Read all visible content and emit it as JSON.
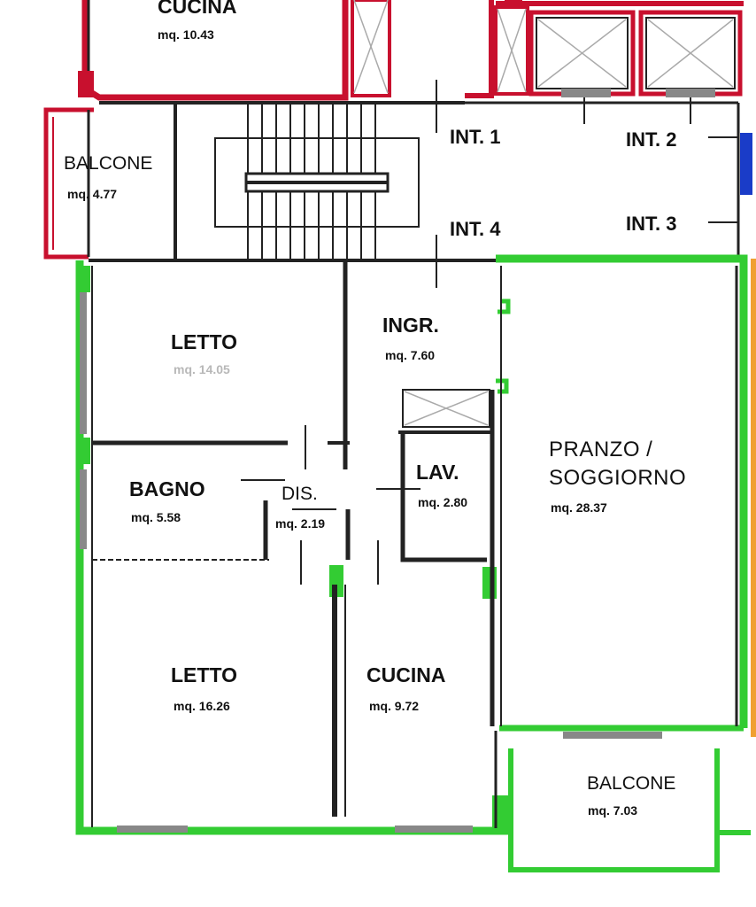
{
  "colors": {
    "unit_outline": "#33cc33",
    "neighbor_outline": "#c8102e",
    "wall": "#222222",
    "accent_right": "#f0a030",
    "neighbor_blue": "#1a3cc8"
  },
  "top": {
    "kitchen_name": "CUCINA",
    "kitchen_area": "mq. 10.43",
    "balcony_name": "BALCONE",
    "balcony_area": "mq. 4.77"
  },
  "landing": {
    "int1": "INT. 1",
    "int2": "INT. 2",
    "int3": "INT. 3",
    "int4": "INT. 4"
  },
  "rooms": {
    "bed1_name": "LETTO",
    "bed1_area": "mq. 14.05",
    "entry_name": "INGR.",
    "entry_area": "mq. 7.60",
    "bath_name": "BAGNO",
    "bath_area": "mq. 5.58",
    "hall_name": "DIS.",
    "hall_area": "mq. 2.19",
    "laundry_name": "LAV.",
    "laundry_area": "mq. 2.80",
    "living_name_line1": "PRANZO /",
    "living_name_line2": "SOGGIORNO",
    "living_area": "mq. 28.37",
    "bed2_name": "LETTO",
    "bed2_area": "mq. 16.26",
    "kitchen_name": "CUCINA",
    "kitchen_area": "mq. 9.72",
    "balcony_name": "BALCONE",
    "balcony_area": "mq. 7.03"
  }
}
